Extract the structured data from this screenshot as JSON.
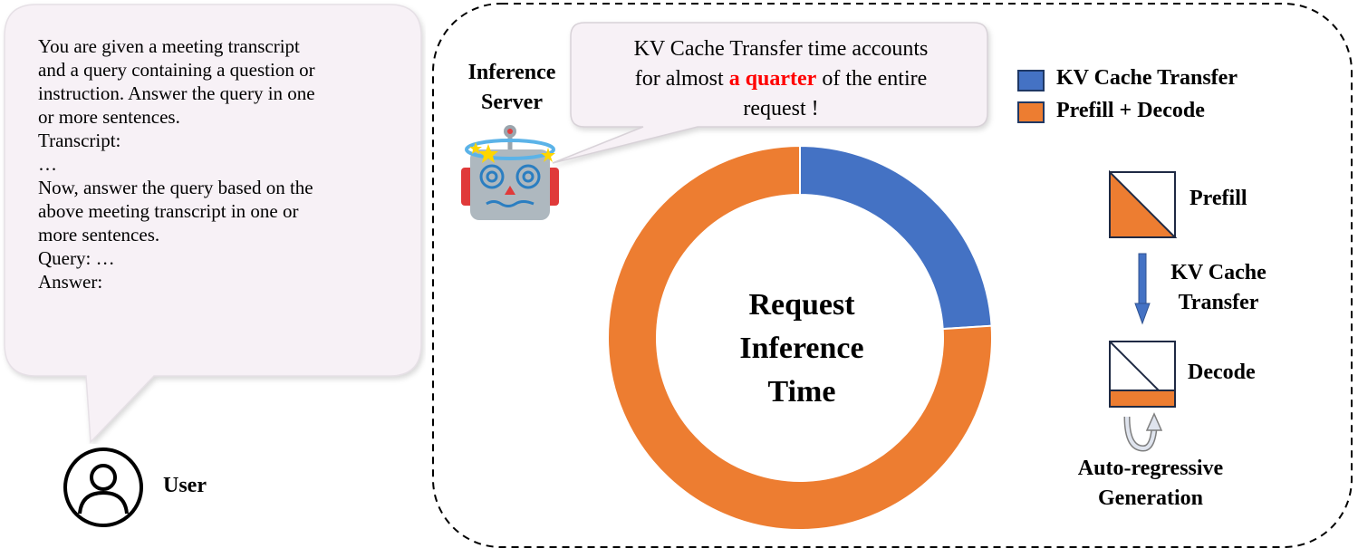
{
  "prompt": {
    "text": "You are given a meeting transcript\nand a query containing a question or\ninstruction. Answer the query in one\nor more sentences.\nTranscript:\n…\nNow, answer the query based on the\nabove meeting transcript in one or\nmore sentences.\nQuery: …\nAnswer:"
  },
  "user": {
    "label": "User",
    "icon": "user-icon"
  },
  "server": {
    "label": "Inference\nServer",
    "icon": "dizzy-robot-icon"
  },
  "callout": {
    "before": "KV Cache Transfer time accounts\nfor almost ",
    "highlight": "a quarter",
    "after": " of the entire\nrequest !",
    "highlight_color": "#ff0000"
  },
  "legend": [
    {
      "label": "KV Cache Transfer",
      "color": "#4472c4"
    },
    {
      "label": "Prefill + Decode",
      "color": "#ed7d31"
    }
  ],
  "chart_data": {
    "type": "pie",
    "donut": true,
    "center_label": "Request\nInference\nTime",
    "slices": [
      {
        "name": "KV Cache Transfer",
        "value": 24,
        "color": "#4472c4"
      },
      {
        "name": "Prefill + Decode",
        "value": 76,
        "color": "#ed7d31"
      }
    ]
  },
  "pipeline": {
    "prefill_label": "Prefill",
    "transfer_label": "KV Cache\nTransfer",
    "decode_label": "Decode",
    "autoregressive_label": "Auto-regressive\nGeneration",
    "arrow_color": "#4472c4",
    "fill_color": "#ed7d31"
  }
}
